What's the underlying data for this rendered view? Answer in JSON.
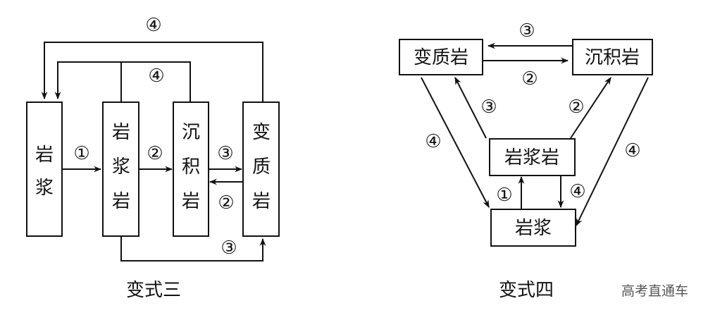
{
  "diagram3": {
    "boxes": {
      "magma": "岩浆",
      "igneous": "岩浆岩",
      "sedimentary": "沉积岩",
      "metamorphic": "变质岩"
    },
    "labels": {
      "top_outer": "④",
      "top_inner": "④",
      "a1": "①",
      "a2": "②",
      "a3": "③",
      "a2_back": "②",
      "bottom": "③"
    },
    "caption": "变式三"
  },
  "diagram4": {
    "boxes": {
      "metamorphic": "变质岩",
      "sedimentary": "沉积岩",
      "igneous": "岩浆岩",
      "magma": "岩浆"
    },
    "labels": {
      "top3": "③",
      "mid2": "②",
      "left3": "③",
      "right2": "②",
      "left4": "④",
      "right4": "④",
      "up1": "①",
      "down4": "④"
    },
    "caption": "变式四"
  },
  "watermark": "高考直通车"
}
